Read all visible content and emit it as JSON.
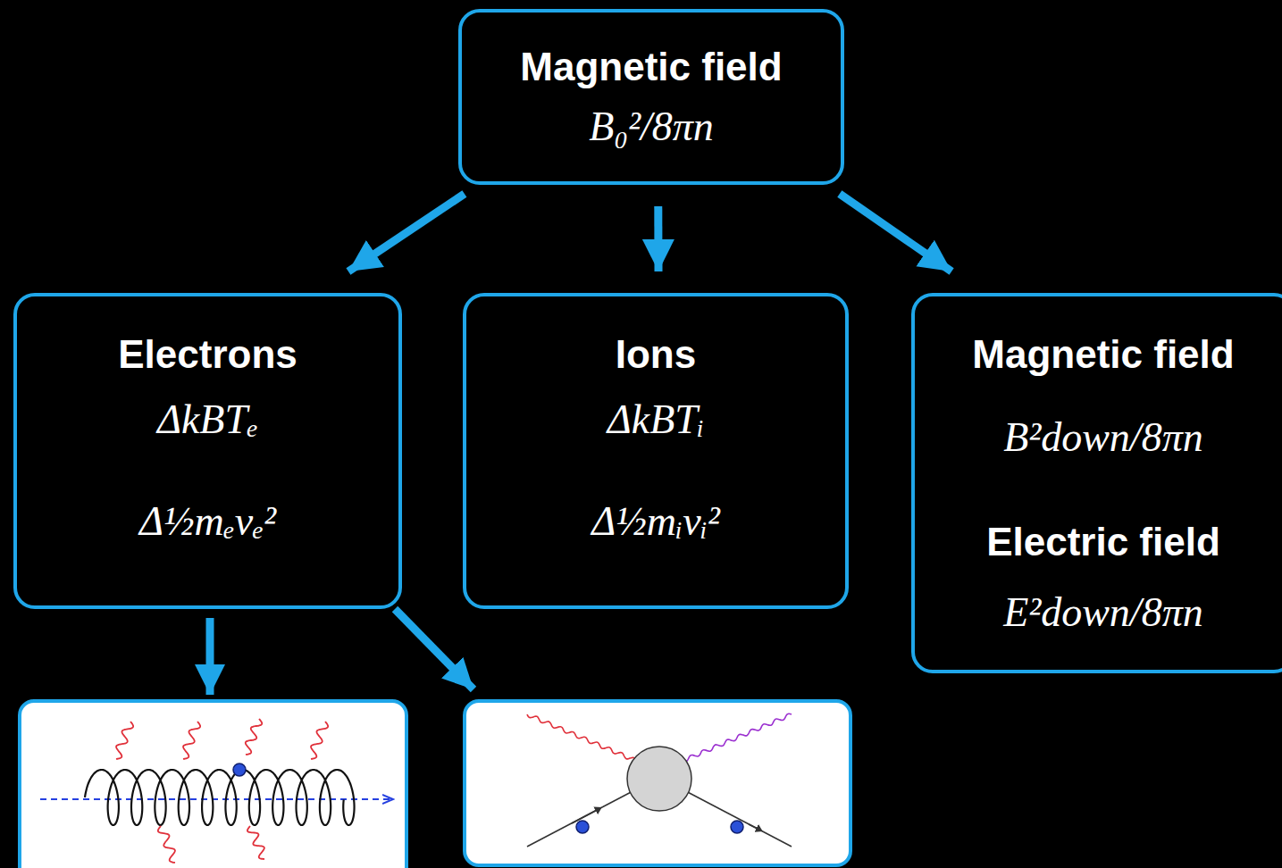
{
  "diagram": {
    "nodes": [
      {
        "text": [
          "Magnetic field",
          "B₀²/8πn"
        ]
      },
      {
        "text": [
          "Electrons",
          "ΔkBTₑ",
          "Δ½mₑvₑ²"
        ]
      },
      {
        "text": [
          "Ions",
          "ΔkBTᵢ",
          "Δ½mᵢvᵢ²"
        ]
      },
      {
        "text": [
          "Magnetic field",
          "B²down/8πn",
          "Electric field",
          "E²down/8πn"
        ]
      }
    ],
    "edges": [
      {
        "from": 0,
        "to": 1,
        "arrow": "to"
      },
      {
        "from": 0,
        "to": 2,
        "arrow": "to"
      },
      {
        "from": 0,
        "to": 3,
        "arrow": "to"
      }
    ]
  }
}
